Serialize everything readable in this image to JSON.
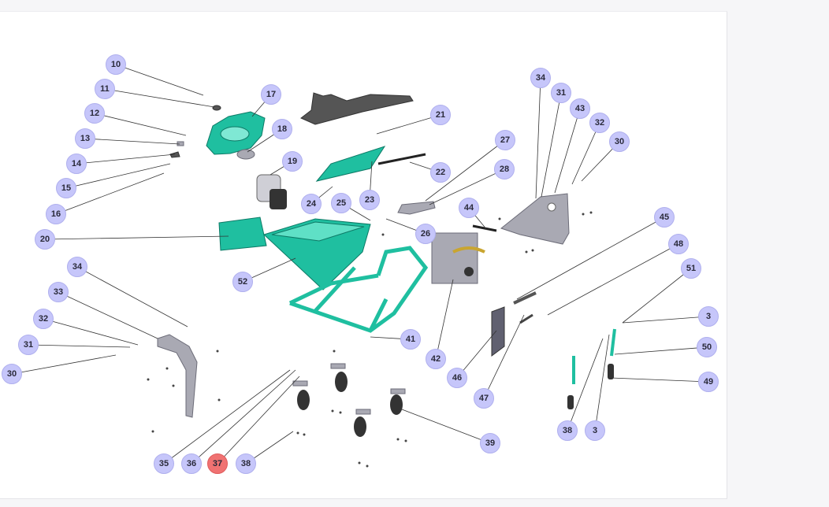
{
  "diagram": {
    "type": "exploded-parts-view",
    "colors": {
      "callout": "#c6c6fa",
      "callout_active": "#f07272",
      "part_primary": "#1fbfa0",
      "part_secondary": "#a9a9b3"
    },
    "callouts": [
      "10",
      "11",
      "12",
      "13",
      "14",
      "15",
      "16",
      "17",
      "18",
      "19",
      "20",
      "21",
      "22",
      "23",
      "24",
      "25",
      "26",
      "27",
      "28",
      "34",
      "31",
      "43",
      "32",
      "30",
      "44",
      "45",
      "48",
      "51",
      "3",
      "50",
      "49",
      "52",
      "34",
      "33",
      "32",
      "31",
      "30",
      "41",
      "42",
      "46",
      "47",
      "38",
      "3",
      "39",
      "35",
      "36",
      "37",
      "38"
    ],
    "active_callout": "37"
  }
}
